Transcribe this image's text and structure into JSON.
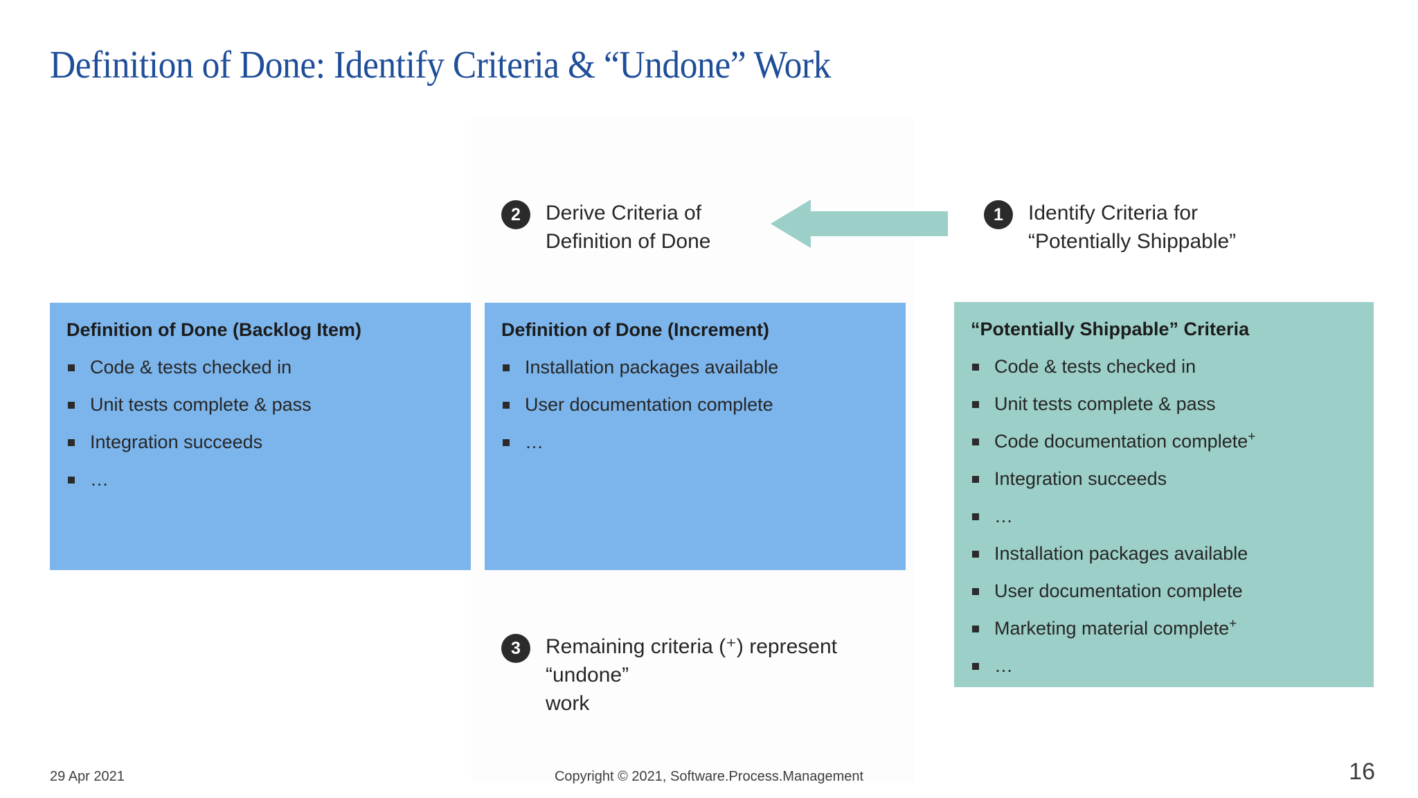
{
  "slide": {
    "title": "Definition of Done: Identify Criteria & “Undone” Work",
    "accent_title_color": "#1f4e99",
    "blue_box_color": "#7cb5ec",
    "green_box_color": "#9bcfc7",
    "arrow_color": "#9bcfc7",
    "badge_color": "#2b2b2b"
  },
  "steps": [
    {
      "number": "1",
      "line1": "Identify Criteria for",
      "line2": "“Potentially Shippable”"
    },
    {
      "number": "2",
      "line1": "Derive Criteria of",
      "line2": "Definition of Done"
    },
    {
      "number": "3",
      "line1": "Remaining criteria (⁺) represent “undone”",
      "line2": "work"
    }
  ],
  "arrow": {
    "direction": "left",
    "name": "derive-arrow"
  },
  "boxes": [
    {
      "id": "dod-backlog-item",
      "title": "Definition of Done (Backlog Item)",
      "items": [
        {
          "text": "Code & tests checked in",
          "mark": ""
        },
        {
          "text": "Unit tests complete & pass",
          "mark": ""
        },
        {
          "text": "Integration succeeds",
          "mark": ""
        },
        {
          "text": "…",
          "mark": ""
        }
      ]
    },
    {
      "id": "dod-increment",
      "title": "Definition of Done (Increment)",
      "items": [
        {
          "text": "Installation packages available",
          "mark": ""
        },
        {
          "text": "User documentation complete",
          "mark": ""
        },
        {
          "text": "…",
          "mark": ""
        }
      ]
    },
    {
      "id": "potentially-shippable-criteria",
      "title": "“Potentially Shippable” Criteria",
      "items": [
        {
          "text": "Code & tests checked in",
          "mark": ""
        },
        {
          "text": "Unit tests complete & pass",
          "mark": ""
        },
        {
          "text": "Code documentation complete",
          "mark": "+"
        },
        {
          "text": "Integration succeeds",
          "mark": ""
        },
        {
          "text": "…",
          "mark": ""
        },
        {
          "text": "Installation packages available",
          "mark": ""
        },
        {
          "text": "User documentation complete",
          "mark": ""
        },
        {
          "text": "Marketing material complete",
          "mark": "+"
        },
        {
          "text": "…",
          "mark": ""
        }
      ]
    }
  ],
  "footer": {
    "date": "29 Apr 2021",
    "copyright": "Copyright © 2021, Software.Process.Management",
    "page_number": "16"
  }
}
